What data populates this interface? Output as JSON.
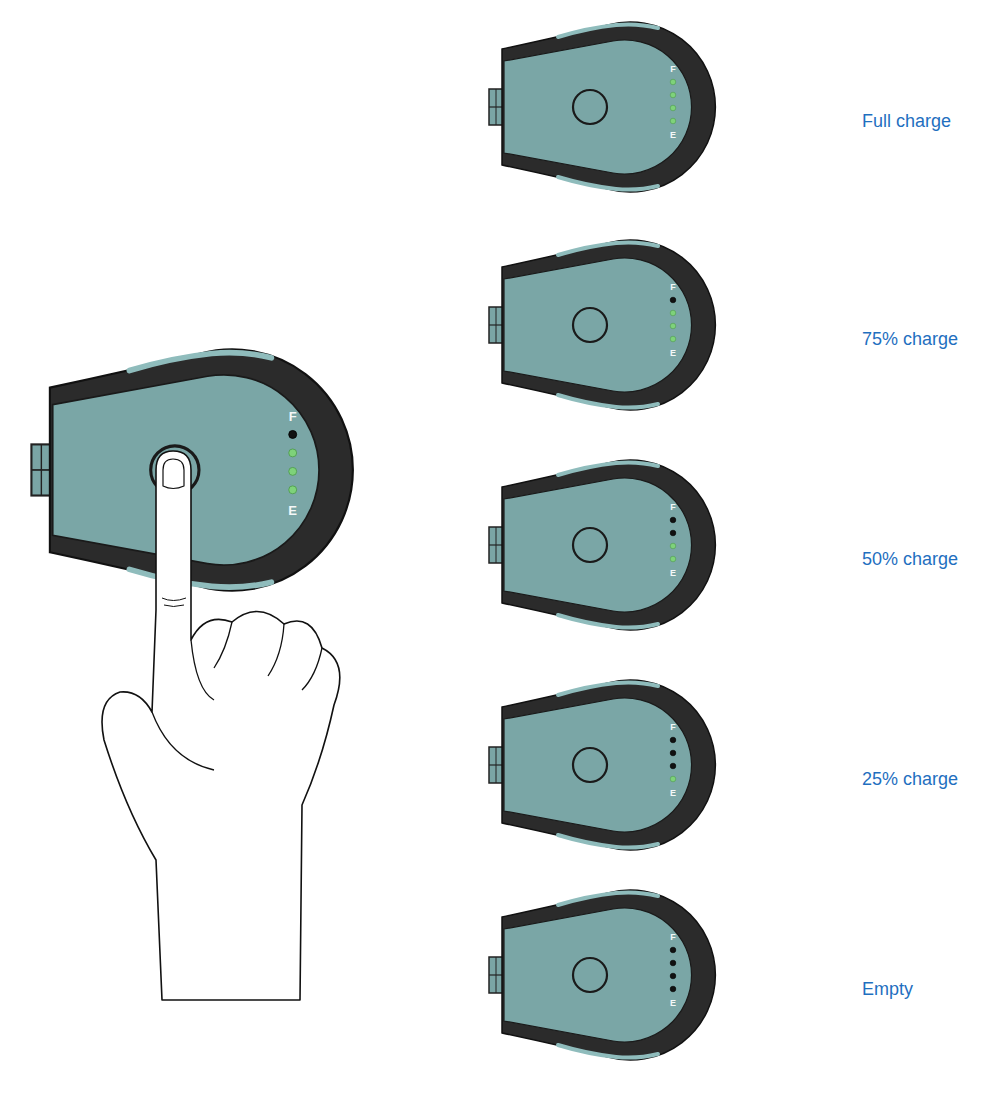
{
  "diagram": {
    "labels": [
      "F",
      "E",
      "F",
      "E",
      "Full charge",
      "F",
      "E",
      "75% charge",
      "F",
      "E",
      "50% charge",
      "F",
      "E",
      "25% charge",
      "F",
      "E",
      "Empty"
    ]
  }
}
